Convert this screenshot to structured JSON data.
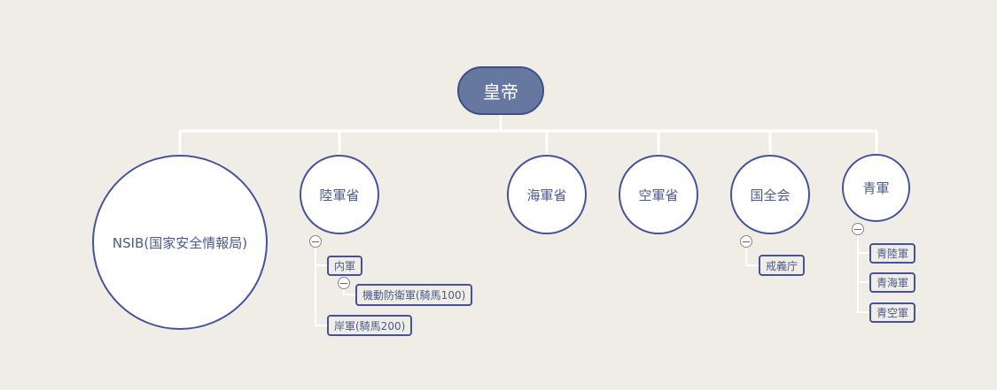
{
  "root": {
    "label": "皇帝"
  },
  "departments": [
    {
      "label": "NSIB(国家安全情報局)"
    },
    {
      "label": "陸軍省",
      "children": [
        {
          "label": "内軍",
          "children": [
            {
              "label": "機動防衛軍(騎馬100)"
            }
          ]
        },
        {
          "label": "岸軍(騎馬200)"
        }
      ]
    },
    {
      "label": "海軍省"
    },
    {
      "label": "空軍省"
    },
    {
      "label": "国全会",
      "children": [
        {
          "label": "戒義庁"
        }
      ]
    },
    {
      "label": "青軍",
      "children": [
        {
          "label": "青陸軍"
        },
        {
          "label": "青海軍"
        },
        {
          "label": "青空軍"
        }
      ]
    }
  ]
}
